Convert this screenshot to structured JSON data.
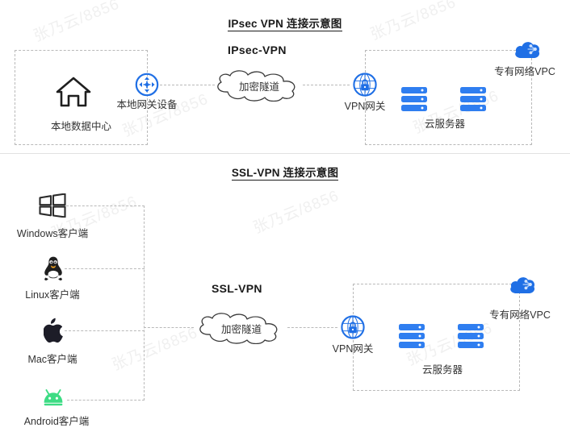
{
  "watermark": {
    "text": "张乃云/8856"
  },
  "sections": [
    {
      "id": "ipsec",
      "title": "IPsec VPN 连接示意图",
      "vpn_tag": "IPsec-VPN",
      "tunnel_label": "加密隧道",
      "left_box_label": "本地数据中心",
      "left_device_label": "本地网关设备",
      "gateway_label": "VPN网关",
      "server_label": "云服务器",
      "vpc_label": "专有网络VPC",
      "icons": {
        "datacenter": "home-icon",
        "router": "router-icon",
        "gateway": "vpn-gateway-lock-icon",
        "server": "server-stack-icon",
        "vpc": "cloud-network-icon"
      }
    },
    {
      "id": "ssl",
      "title": "SSL-VPN 连接示意图",
      "vpn_tag": "SSL-VPN",
      "tunnel_label": "加密隧道",
      "gateway_label": "VPN网关",
      "server_label": "云服务器",
      "vpc_label": "专有网络VPC",
      "clients": [
        {
          "label": "Windows客户端",
          "icon": "windows-logo-icon",
          "color": "#2b2b2b"
        },
        {
          "label": "Linux客户端",
          "icon": "linux-penguin-icon",
          "color": "#1f1f1f"
        },
        {
          "label": "Mac客户端",
          "icon": "apple-logo-icon",
          "color": "#1d1d28"
        },
        {
          "label": "Android客户端",
          "icon": "android-robot-icon",
          "color": "#3ddc84"
        }
      ],
      "icons": {
        "gateway": "vpn-gateway-lock-icon",
        "server": "server-stack-icon",
        "vpc": "cloud-network-icon"
      }
    }
  ],
  "colors": {
    "accent_blue": "#1f6fe5",
    "android_green": "#3ddc84",
    "dash_gray": "#b9b9b9",
    "text_dark": "#333333",
    "watermark_gray": "#f0f0f0"
  }
}
